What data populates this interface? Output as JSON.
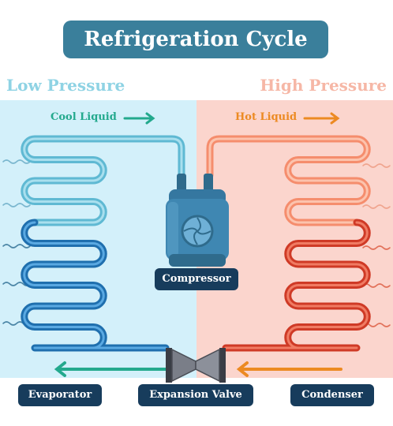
{
  "title": "Refrigeration Cycle",
  "sides": {
    "low": "Low Pressure",
    "high": "High Pressure"
  },
  "flows": {
    "cool": "Cool Liquid",
    "hot": "Hot Liquid"
  },
  "components": {
    "compressor": "Compressor",
    "evaporator": "Evaporator",
    "expansion_valve": "Expansion Valve",
    "condenser": "Condenser"
  },
  "colors": {
    "low_bg": "#d3f0fa",
    "high_bg": "#fbd5cd",
    "evap_light": "#7ec9dd",
    "evap_dark": "#2c82c9",
    "cond_light": "#fba98c",
    "cond_dark": "#e44b36",
    "teal_arrow": "#23a98d",
    "orange_arrow": "#ec8a22",
    "title_bg": "#3a7f9b",
    "badge_bg": "#173c5c"
  }
}
